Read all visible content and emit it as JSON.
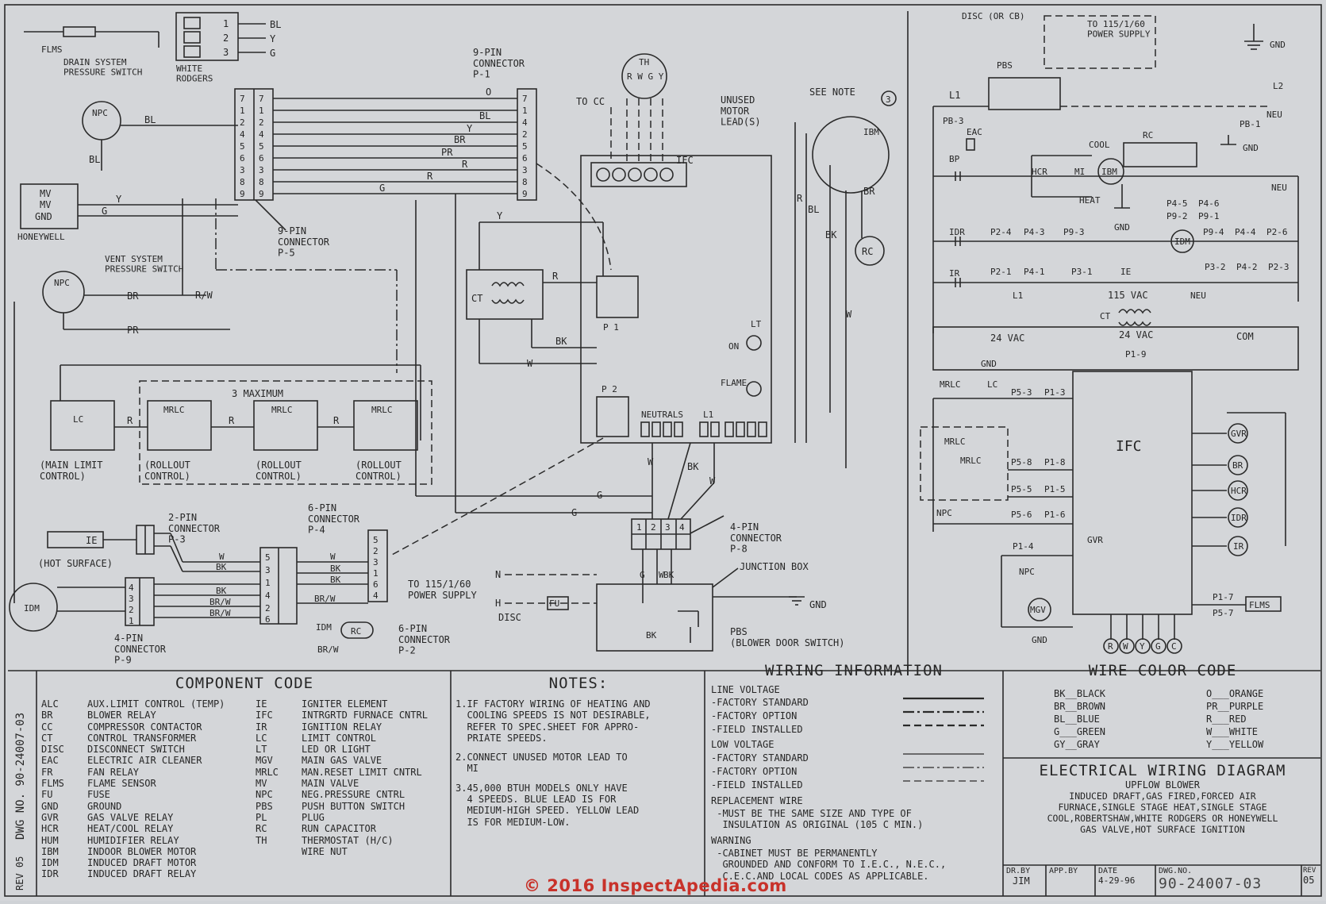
{
  "left_diagram": {
    "labels": {
      "flms": "FLMS",
      "drain_switch": "DRAIN SYSTEM\nPRESSURE SWITCH",
      "npc": "NPC",
      "bl": "BL",
      "white_rodgers": "WHITE\nRODGERS",
      "honeywell": "HONEYWELL",
      "mv": "MV",
      "gnd": "GND",
      "vent_switch": "VENT SYSTEM\nPRESSURE SWITCH",
      "br": "BR",
      "pr": "PR",
      "rw": "R/W",
      "nine_pin_p5": "9-PIN\nCONNECTOR\nP-5",
      "nine_pin_p1": "9-PIN\nCONNECTOR\nP-1",
      "to_cc": "TO CC",
      "th": "TH",
      "unused_motor": "UNUSED\nMOTOR\nLEAD(S)",
      "see_note": "SEE NOTE",
      "note_num": "3",
      "ibm": "IBM",
      "rc": "RC",
      "ifc": "IFC",
      "ct": "CT",
      "p1": "P 1",
      "p2": "P 2",
      "neutrals": "NEUTRALS",
      "l1": "L1",
      "on": "ON",
      "flame": "FLAME",
      "lt": "LT",
      "three_max": "3 MAXIMUM",
      "lc": "LC",
      "mrlc": "MRLC",
      "main_limit": "(MAIN LIMIT\nCONTROL)",
      "rollout": "(ROLLOUT\nCONTROL)",
      "two_pin": "2-PIN\nCONNECTOR\nP-3",
      "hot_surface": "(HOT SURFACE)",
      "ie": "IE",
      "idm": "IDM",
      "four_pin_p9": "4-PIN\nCONNECTOR\nP-9",
      "six_pin_p4": "6-PIN\nCONNECTOR\nP-4",
      "six_pin_p2": "6-PIN\nCONNECTOR\nP-2",
      "four_pin_p8": "4-PIN\nCONNECTOR\nP-8",
      "junction_box": "JUNCTION BOX",
      "to_power": "TO 115/1/60\nPOWER SUPPLY",
      "disc": "DISC",
      "pbs": "PBS\n(BLOWER DOOR SWITCH)",
      "w": "W",
      "bk": "BK",
      "g": "G",
      "r": "R",
      "y": "Y",
      "o": "O",
      "brw": "BR/W"
    }
  },
  "right_diagram": {
    "labels": {
      "disc_cb": "DISC (OR CB)",
      "to_power": "TO 115/1/60\nPOWER SUPPLY",
      "gnd": "GND",
      "pbs": "PBS",
      "l1": "L1",
      "l2": "L2",
      "neu": "NEU",
      "pb3": "PB-3",
      "pb1": "PB-1",
      "eac": "EAC",
      "bp": "BP",
      "cool": "COOL",
      "rc": "RC",
      "hcr": "HCR",
      "mi": "MI",
      "ibm": "IBM",
      "heat": "HEAT",
      "p45": "P4-5",
      "p46": "P4-6",
      "p92": "P9-2",
      "p91": "P9-1",
      "idr": "IDR",
      "p24": "P2-4",
      "p43": "P4-3",
      "p93": "P9-3",
      "p94": "P9-4",
      "p44": "P4-4",
      "p26": "P2-6",
      "idm": "IDM",
      "ir": "IR",
      "p21": "P2-1",
      "p41": "P4-1",
      "p31": "P3-1",
      "ie": "IE",
      "p32": "P3-2",
      "p42": "P4-2",
      "p23": "P2-3",
      "vac115": "115 VAC",
      "ct": "CT",
      "vac24": "24 VAC",
      "com": "COM",
      "p19": "P1-9",
      "mrlc": "MRLC",
      "lc": "LC",
      "p53": "P5-3",
      "p13": "P1-3",
      "p58": "P5-8",
      "p18": "P1-8",
      "p55": "P5-5",
      "p15": "P1-5",
      "npc": "NPC",
      "p56": "P5-6",
      "p16": "P1-6",
      "p14": "P1-4",
      "gvr": "GVR",
      "mgv": "MGV",
      "p17": "P1-7",
      "p57": "P5-7",
      "flms": "FLMS",
      "ifc": "IFC",
      "br": "BR",
      "ir2": "IR",
      "rbm": "R",
      "w": "W",
      "y": "Y",
      "g": "G",
      "c": "C"
    }
  },
  "component_code": {
    "title": "COMPONENT CODE",
    "left": [
      [
        "ALC",
        "AUX.LIMIT CONTROL (TEMP)"
      ],
      [
        "BR",
        "BLOWER RELAY"
      ],
      [
        "CC",
        "COMPRESSOR CONTACTOR"
      ],
      [
        "CT",
        "CONTROL TRANSFORMER"
      ],
      [
        "DISC",
        "DISCONNECT SWITCH"
      ],
      [
        "EAC",
        "ELECTRIC AIR CLEANER"
      ],
      [
        "FR",
        "FAN RELAY"
      ],
      [
        "FLMS",
        "FLAME SENSOR"
      ],
      [
        "FU",
        "FUSE"
      ],
      [
        "GND",
        "GROUND"
      ],
      [
        "GVR",
        "GAS VALVE RELAY"
      ],
      [
        "HCR",
        "HEAT/COOL RELAY"
      ],
      [
        "HUM",
        "HUMIDIFIER RELAY"
      ],
      [
        "IBM",
        "INDOOR BLOWER MOTOR"
      ],
      [
        "IDM",
        "INDUCED DRAFT MOTOR"
      ],
      [
        "IDR",
        "INDUCED DRAFT RELAY"
      ]
    ],
    "right": [
      [
        "IE",
        "IGNITER ELEMENT"
      ],
      [
        "IFC",
        "INTRGRTD FURNACE CNTRL"
      ],
      [
        "IR",
        "IGNITION RELAY"
      ],
      [
        "LC",
        "LIMIT CONTROL"
      ],
      [
        "LT",
        "LED OR LIGHT"
      ],
      [
        "MGV",
        "MAIN GAS VALVE"
      ],
      [
        "MRLC",
        "MAN.RESET LIMIT CNTRL"
      ],
      [
        "MV",
        "MAIN VALVE"
      ],
      [
        "NPC",
        "NEG.PRESSURE CNTRL"
      ],
      [
        "PBS",
        "PUSH BUTTON SWITCH"
      ],
      [
        "PL",
        "PLUG"
      ],
      [
        "RC",
        "RUN CAPACITOR"
      ],
      [
        "TH",
        "THERMOSTAT (H/C)"
      ],
      [
        "",
        "WIRE NUT"
      ]
    ],
    "dwg_side": "DWG NO. 90-24007-03",
    "rev_side": "REV 05"
  },
  "notes": {
    "title": "NOTES:",
    "items": [
      "1.IF FACTORY WIRING OF HEATING AND\n  COOLING SPEEDS IS NOT DESIRABLE,\n  REFER TO SPEC.SHEET FOR APPRO-\n  PRIATE SPEEDS.",
      "2.CONNECT UNUSED MOTOR LEAD TO\n  MI",
      "3.45,000 BTUH MODELS ONLY HAVE\n  4 SPEEDS. BLUE LEAD IS FOR\n  MEDIUM-HIGH SPEED. YELLOW LEAD\n  IS FOR MEDIUM-LOW."
    ]
  },
  "wiring_info": {
    "title": "WIRING INFORMATION",
    "line_voltage": "LINE VOLTAGE",
    "low_voltage": "LOW VOLTAGE",
    "factory_standard": "-FACTORY STANDARD",
    "factory_option": "-FACTORY OPTION",
    "field_installed": "-FIELD INSTALLED",
    "replacement": "REPLACEMENT WIRE",
    "replacement_text": " -MUST BE THE SAME SIZE AND TYPE OF\n  INSULATION AS ORIGINAL (105 C MIN.)",
    "warning": "WARNING",
    "warning_text": " -CABINET MUST BE PERMANENTLY\n  GROUNDED AND CONFORM TO I.E.C., N.E.C.,\n  C.E.C.AND LOCAL CODES AS APPLICABLE."
  },
  "wire_color": {
    "title": "WIRE COLOR CODE",
    "left": [
      "BK__BLACK",
      "BR__BROWN",
      "BL__BLUE",
      "G___GREEN",
      "GY__GRAY"
    ],
    "right": [
      "O___ORANGE",
      "PR__PURPLE",
      "R___RED",
      "W___WHITE",
      "Y___YELLOW"
    ]
  },
  "title_block": {
    "title": "ELECTRICAL WIRING DIAGRAM",
    "subtitle": "UPFLOW BLOWER",
    "desc": "INDUCED DRAFT,GAS FIRED,FORCED AIR\nFURNACE,SINGLE STAGE HEAT,SINGLE STAGE\nCOOL,ROBERTSHAW,WHITE RODGERS OR HONEYWELL\nGAS VALVE,HOT SURFACE IGNITION",
    "dr_by_label": "DR.BY",
    "dr_by": "JIM",
    "app_by_label": "APP.BY",
    "date_label": "DATE",
    "date": "4-29-96",
    "dwg_label": "DWG.NO.",
    "dwg": "90-24007-03",
    "rev_label": "REV",
    "rev": "05"
  },
  "watermark": "© 2016 InspectApedia.com"
}
